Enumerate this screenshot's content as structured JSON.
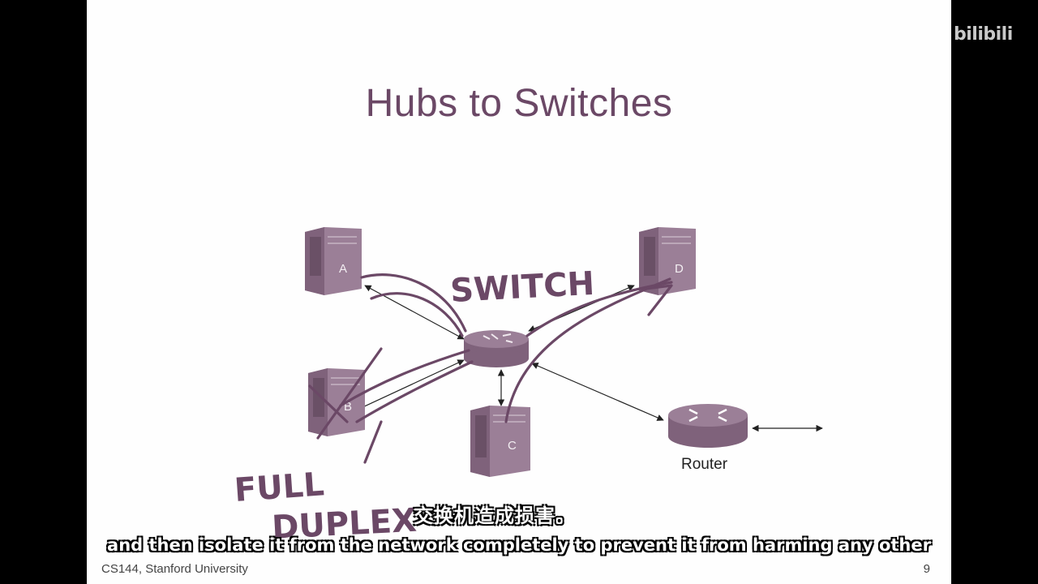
{
  "slide": {
    "title": "Hubs to Switches",
    "footer_left": "CS144, Stanford University",
    "page_number": "9"
  },
  "watermark": "bilibili",
  "diagram": {
    "nodes": [
      {
        "id": "A",
        "label": "A"
      },
      {
        "id": "B",
        "label": "B"
      },
      {
        "id": "C",
        "label": "C"
      },
      {
        "id": "D",
        "label": "D"
      }
    ],
    "router_label": "Router"
  },
  "annotations": {
    "switch": "SWITCH",
    "full": "FULL",
    "duplex": "DUPLEX"
  },
  "subtitles": {
    "zh": "交换机造成损害。",
    "en": "and then isolate it from the network completely to prevent it from harming any other"
  },
  "colors": {
    "title": "#6b4866",
    "server": "#8a6d86",
    "ink": "#6b4866"
  }
}
